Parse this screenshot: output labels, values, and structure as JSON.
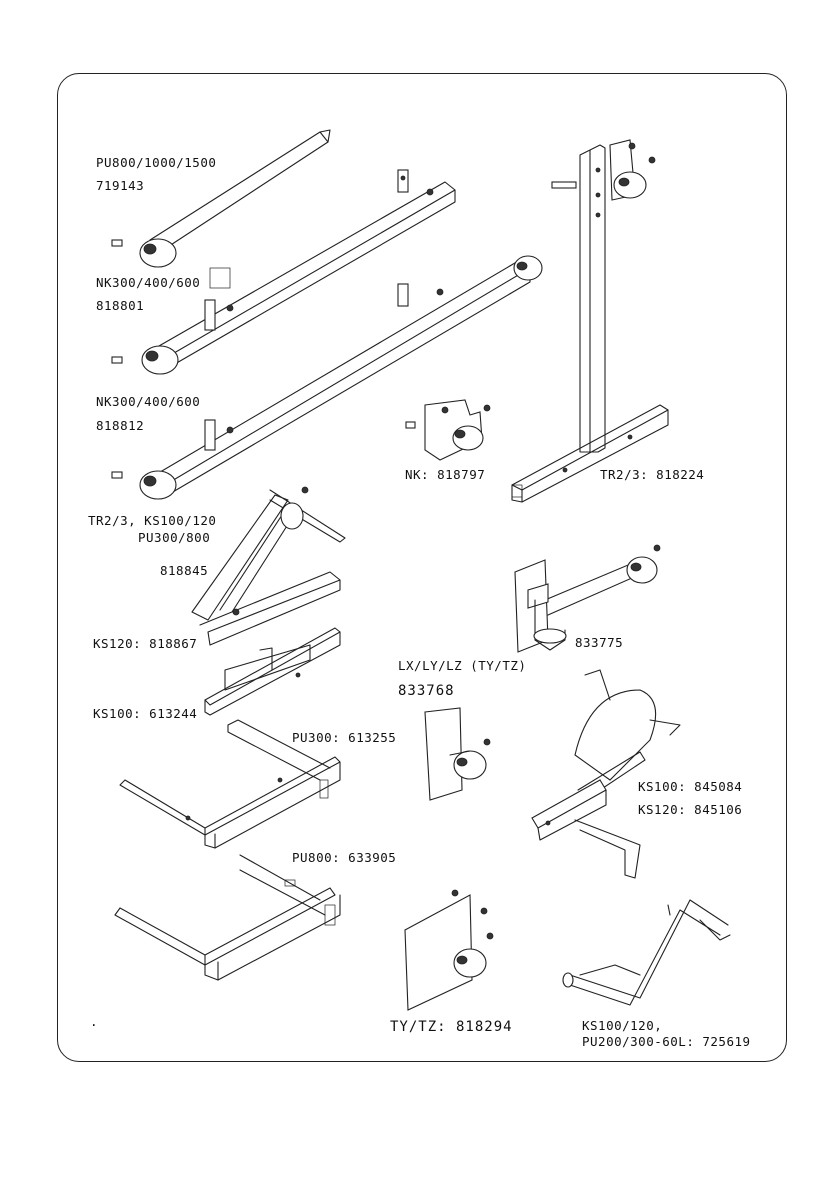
{
  "labels": {
    "pu_top": "PU800/1000/1500",
    "pu_top_code": "719143",
    "nk1": "NK300/400/600",
    "nk1_code": "818801",
    "nk2": "NK300/400/600",
    "nk2_code": "818812",
    "nk_bracket": "NK: 818797",
    "tr_stand": "TR2/3: 818224",
    "tr_ks_line1": "TR2/3, KS100/120",
    "tr_ks_line2": "PU300/800",
    "code_818845": "818845",
    "ks120": "KS120: 818867",
    "ks100": "KS100: 613244",
    "lx_ly_lz": "LX/LY/LZ (TY/TZ)",
    "code_833768": "833768",
    "code_833775": "833775",
    "pu300": "PU300: 613255",
    "ks100_b": "KS100: 845084",
    "ks120_b": "KS120: 845106",
    "pu800": "PU800: 633905",
    "ty_tz": "TY/TZ: 818294",
    "bottom_line1": "KS100/120,",
    "bottom_line2": "PU200/300-60L: 725619",
    "dot": "."
  }
}
